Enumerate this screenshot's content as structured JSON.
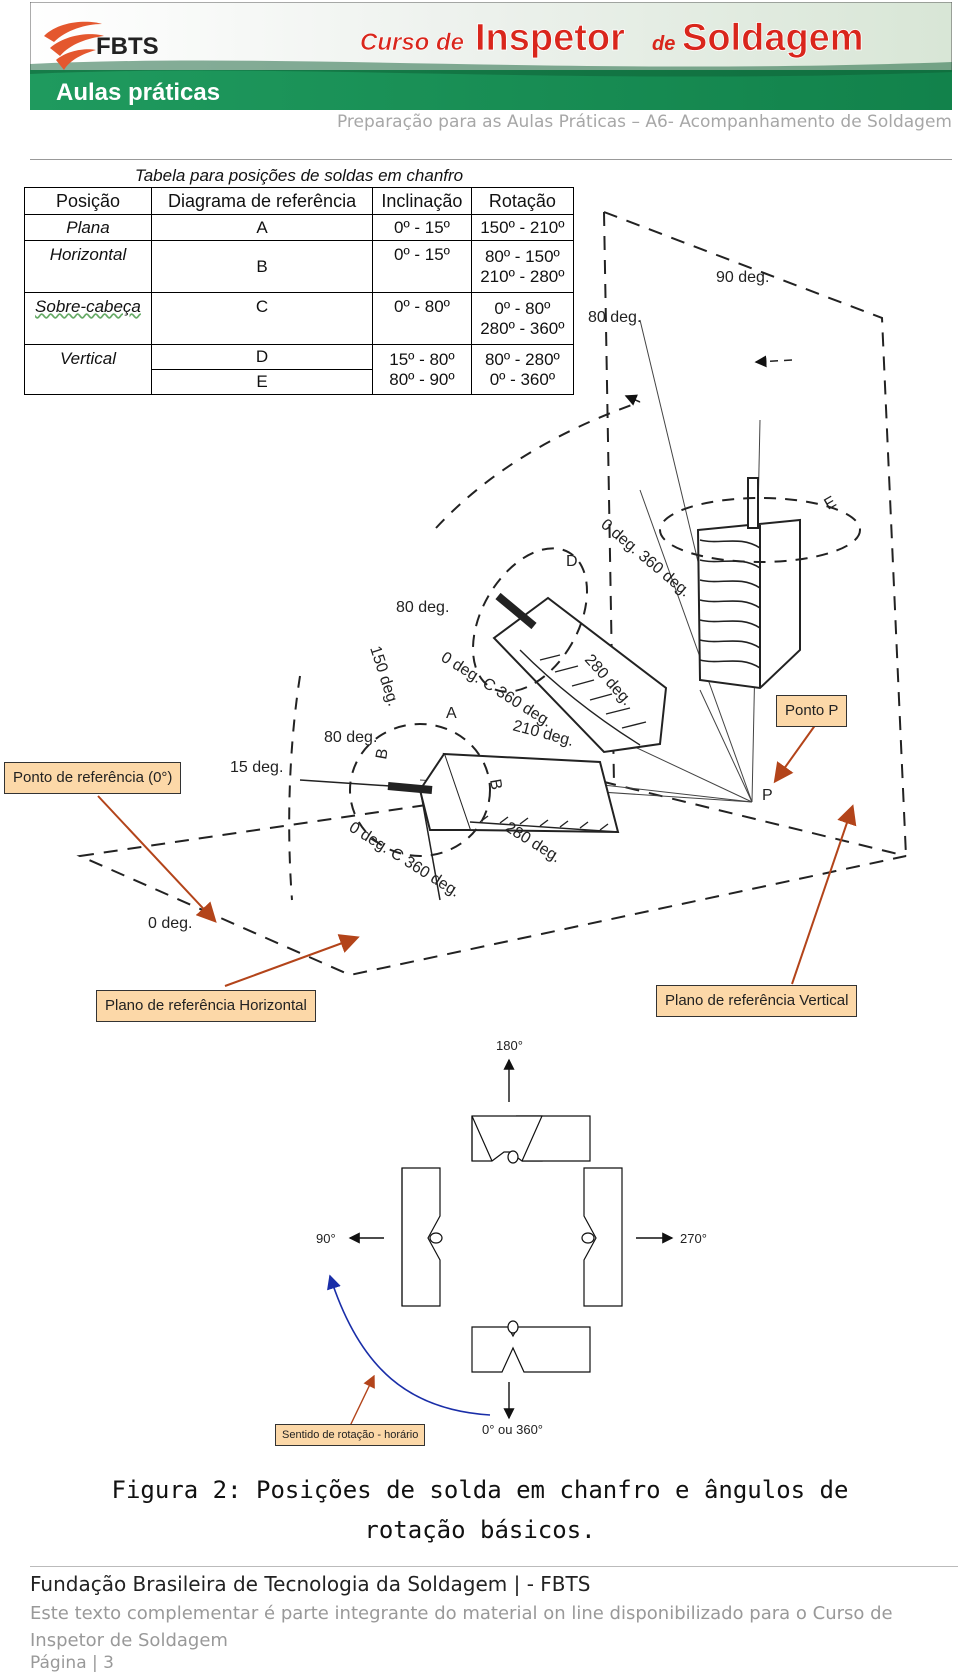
{
  "header": {
    "logo_text": "FBTS",
    "course_prefix": "Curso de",
    "course_main": "Inspetor",
    "course_de": "de",
    "course_end": "Soldagem",
    "section": "Aulas práticas",
    "subtitle": "Preparação para as Aulas Práticas – A6- Acompanhamento de Soldagem"
  },
  "table": {
    "caption": "Tabela para posições de soldas em chanfro",
    "headers": [
      "Posição",
      "Diagrama de referência",
      "Inclinação",
      "Rotação"
    ],
    "rows": [
      {
        "position": "Plana",
        "diagram": "A",
        "inclination": "0º - 15º",
        "rotation": [
          "150º - 210º"
        ]
      },
      {
        "position": "Horizontal",
        "diagram": "B",
        "inclination": "0º - 15º",
        "rotation": [
          "80º - 150º",
          "210º - 280º"
        ]
      },
      {
        "position": "Sobre-cabeça",
        "diagram": "C",
        "inclination": "0º - 80º",
        "rotation": [
          "0º - 80º",
          "280º - 360º"
        ]
      },
      {
        "position": "Vertical",
        "diagram": "D",
        "inclination": "15º - 80º",
        "rotation": [
          "80º - 280º"
        ]
      },
      {
        "position": "",
        "diagram": "E",
        "inclination": "80º - 90º",
        "rotation": [
          "0º - 360º"
        ]
      }
    ]
  },
  "diagram": {
    "labels": {
      "deg90": "90 deg.",
      "deg80_top": "80 deg.",
      "E": "E",
      "deg0_360_E": "0 deg. 360 deg.",
      "D": "D",
      "deg80_mid": "80 deg.",
      "deg150": "150 deg.",
      "deg0_C_360_D": "0 deg. C 360 deg.",
      "deg280_D": "280 deg.",
      "A": "A",
      "deg210": "210 deg.",
      "deg80_low": "80 deg.",
      "deg15": "15 deg.",
      "B_left": "B",
      "B_right": "B",
      "deg0_C_360_low": "0 deg. C 360 deg.",
      "deg280_low": "280 deg.",
      "deg0": "0 deg.",
      "P": "P"
    },
    "callouts": {
      "ponto_ref": "Ponto de referência (0°)",
      "ponto_p": "Ponto P",
      "plano_h": "Plano de referência Horizontal",
      "plano_v": "Plano de referência Vertical"
    }
  },
  "rotation_diagram": {
    "top": "180°",
    "left": "90°",
    "right": "270°",
    "bottom": "0° ou 360°",
    "direction_label": "Sentido de rotação - horário"
  },
  "figure_caption": "Figura 2: Posições de solda em chanfro  e ângulos de rotação básicos.",
  "footer": {
    "org": "Fundação Brasileira de Tecnologia da Soldagem | - FBTS",
    "note": "Este texto complementar é parte integrante do material on line disponibilizado para o Curso de Inspetor de Soldagem",
    "page": "Página | 3"
  },
  "colors": {
    "banner_green": "#1a8a52",
    "banner_red": "#d9261c",
    "callout_fill": "#fcd8a8",
    "arrow_orange": "#b3441a",
    "rotation_blue": "#1a2ea8"
  }
}
